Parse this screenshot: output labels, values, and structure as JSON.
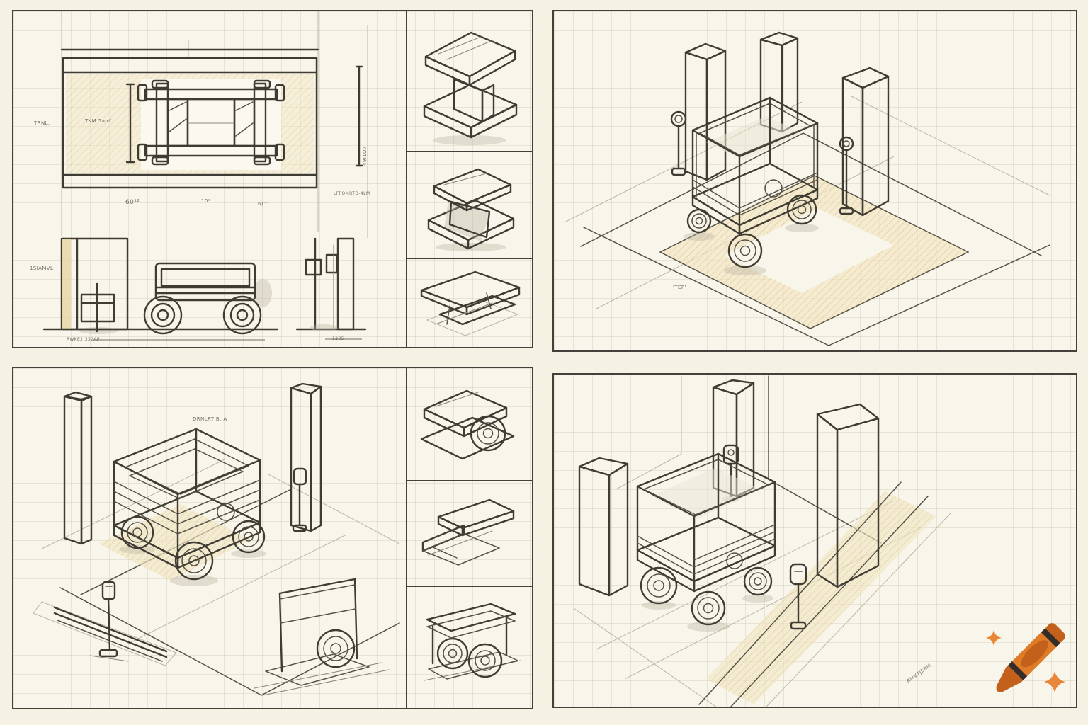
{
  "image": {
    "type": "pencil concept sheet",
    "subject": "four-panel technical sketch of a railed utility wagon with pillars and meter posts"
  },
  "colors": {
    "paper": "#f5f1e3",
    "panel_background": "#f8f5eb",
    "grid_line": "rgba(165,155,125,0.20)",
    "ink": "#3f3c33",
    "pencil": "#8d8778",
    "tan_hatch": "#dfc083",
    "crayon_body": "#e07b28",
    "crayon_shade": "#c2601c",
    "crayon_band": "#332e29",
    "sparkle": "#e8873a"
  },
  "panels": {
    "top_left": {
      "title": "plan and elevation drawings with part details",
      "labels": {
        "margin_note": "TRNL.",
        "area_note": "TKM 5am'",
        "dim_a": "60¹²",
        "dim_b": "10¹",
        "dim_c": "6)™",
        "side_dim": "49I1O7",
        "right_note": "LFFOMRTD-4LM",
        "elev_left_note": "1SIAMVL",
        "elev_bottom_note": "RWKE2 332AP",
        "elev_dim_right": "1235"
      }
    },
    "top_right": {
      "title": "isometric scene, wagon between pillars",
      "labels": {
        "floor_note": "'TEP'"
      }
    },
    "bottom_left": {
      "title": "isometric loaded wagon with rail and axle details",
      "labels": {
        "top_note": "DRNLRTIB. A"
      }
    },
    "bottom_right": {
      "title": "isometric dock scene with meter posts",
      "labels": {
        "road_note": "RMV7JERM"
      }
    }
  },
  "watermark": {
    "icon": "crayon-logo-icon",
    "sparkles": 2
  }
}
